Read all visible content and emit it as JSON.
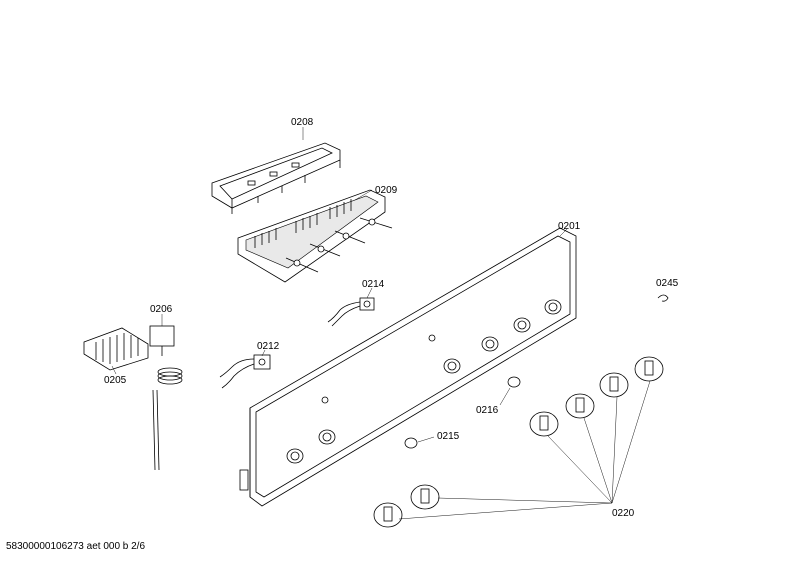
{
  "diagram": {
    "labels": {
      "p0208": "0208",
      "p0209": "0209",
      "p0201": "0201",
      "p0245": "0245",
      "p0214": "0214",
      "p0206": "0206",
      "p0212": "0212",
      "p0205": "0205",
      "p0216": "0216",
      "p0215": "0215",
      "p0220": "0220"
    },
    "footer": "58300000106273 aet 000 b 2/6"
  }
}
